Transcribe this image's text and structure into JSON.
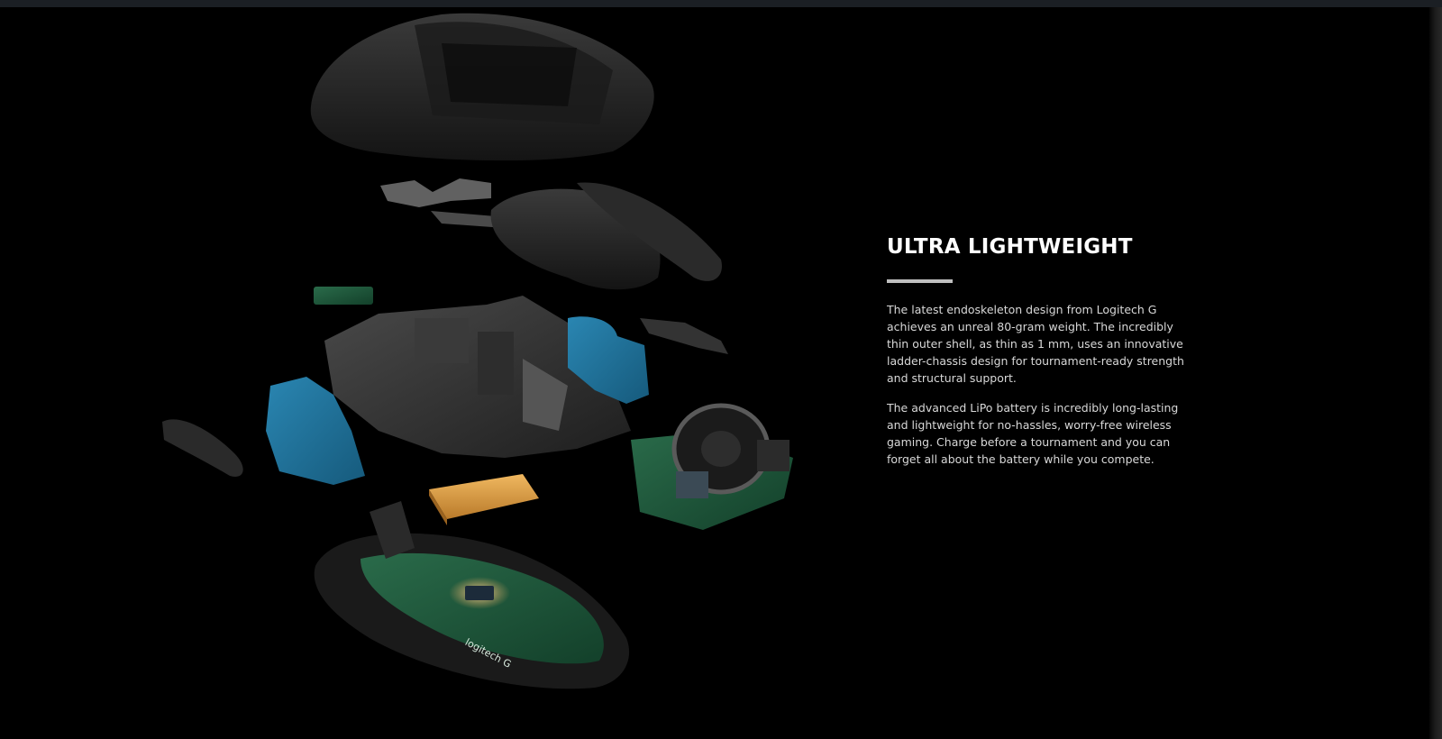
{
  "feature": {
    "headline": "ULTRA LIGHTWEIGHT",
    "paragraphs": [
      "The latest endoskeleton design from Logitech G achieves an unreal 80-gram weight. The incredibly thin outer shell, as thin as 1 mm, uses an innovative ladder-chassis design for tournament-ready strength and structural support.",
      "The advanced LiPo battery is incredibly long-lasting and lightweight for no-hassles, worry-free wireless gaming. Charge before a tournament and you can forget all about the battery while you compete."
    ]
  },
  "product_image": {
    "pcb_logo_text": "logitech G"
  },
  "colors": {
    "background": "#000000",
    "heading": "#ffffff",
    "body_text": "#d8d8d8",
    "divider": "#bfbfbf",
    "accent_blue": "#1f6f95",
    "battery": "#d8a04a",
    "pcb_green": "#1f5a3e"
  }
}
